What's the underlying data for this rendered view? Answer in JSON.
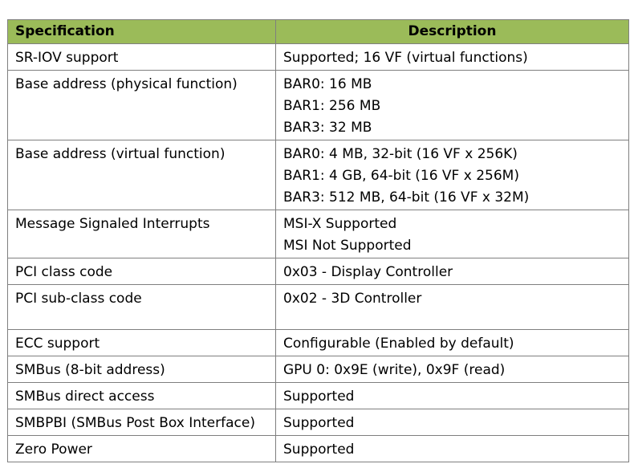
{
  "table": {
    "headers": [
      "Specification",
      "Description"
    ],
    "rows": [
      {
        "spec": "SR-IOV support",
        "desc": [
          "Supported; 16 VF (virtual functions)"
        ]
      },
      {
        "spec": "Base address (physical function)",
        "desc": [
          "BAR0: 16 MB",
          "BAR1: 256 MB",
          "BAR3: 32 MB"
        ]
      },
      {
        "spec": "Base address (virtual function)",
        "desc": [
          "BAR0: 4 MB, 32-bit (16 VF x 256K)",
          "BAR1: 4 GB, 64-bit (16 VF x 256M)",
          "BAR3: 512 MB, 64-bit (16 VF x 32M)"
        ]
      },
      {
        "spec": "Message Signaled Interrupts",
        "desc": [
          "MSI-X Supported",
          "MSI Not Supported"
        ]
      },
      {
        "spec": "PCI class code",
        "desc": [
          "0x03 - Display Controller"
        ]
      },
      {
        "spec": "PCI sub-class code",
        "desc": [
          "0x02 - 3D Controller"
        ]
      },
      {
        "spec": "ECC support",
        "desc": [
          "Configurable (Enabled by default)"
        ]
      },
      {
        "spec": "SMBus (8-bit address)",
        "desc": [
          "GPU 0: 0x9E (write), 0x9F (read)"
        ]
      },
      {
        "spec": "SMBus direct access",
        "desc": [
          "Supported"
        ]
      },
      {
        "spec": "SMBPBI (SMBus Post Box Interface)",
        "desc": [
          "Supported"
        ]
      },
      {
        "spec": "Zero Power",
        "desc": [
          "Supported"
        ]
      }
    ]
  },
  "colors": {
    "header_bg": "#9bbb59",
    "border": "#7f7f7f"
  }
}
